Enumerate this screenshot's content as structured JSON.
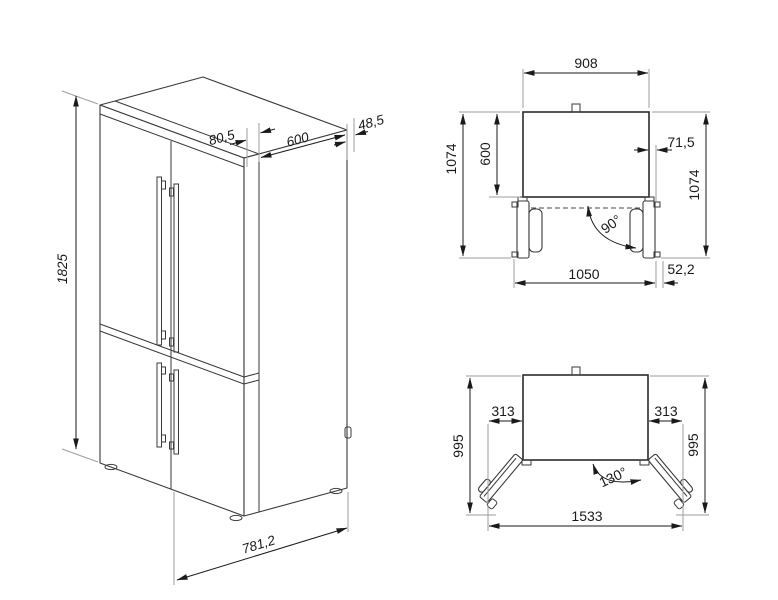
{
  "drawing": {
    "title": "refrigerator-dimension-drawing",
    "background": "#ffffff",
    "line_color": "#2b2b2b",
    "dim_color": "#1a1a1a",
    "ext_color": "#9e9e9e",
    "views": {
      "iso": {
        "name": "isometric-front-view",
        "height": "1825",
        "door_thickness": "80,5",
        "body_depth": "600",
        "rear_clearance": "48,5",
        "total_depth": "781,2"
      },
      "top90": {
        "name": "top-view-doors-open-90",
        "body_width": "908",
        "body_depth": "600",
        "depth_open_left": "1074",
        "depth_open_right": "1074",
        "door_side_offset": "71,5",
        "door_angle": "90°",
        "width_doors_open": "1050",
        "handle_clearance": "52,2"
      },
      "top130": {
        "name": "top-view-doors-open-130",
        "door_offset_left": "313",
        "door_offset_right": "313",
        "depth_open_left": "995",
        "depth_open_right": "995",
        "door_angle": "130°",
        "overall_width": "1533"
      }
    }
  }
}
